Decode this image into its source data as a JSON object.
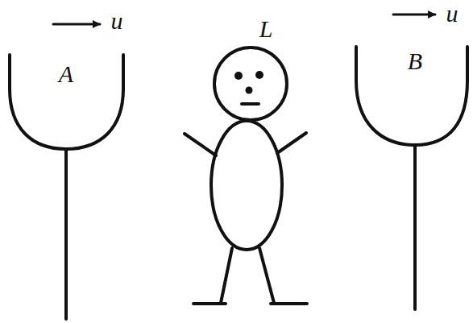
{
  "diagram": {
    "labels": [
      "u",
      "L",
      "u",
      "A",
      "B"
    ]
  }
}
